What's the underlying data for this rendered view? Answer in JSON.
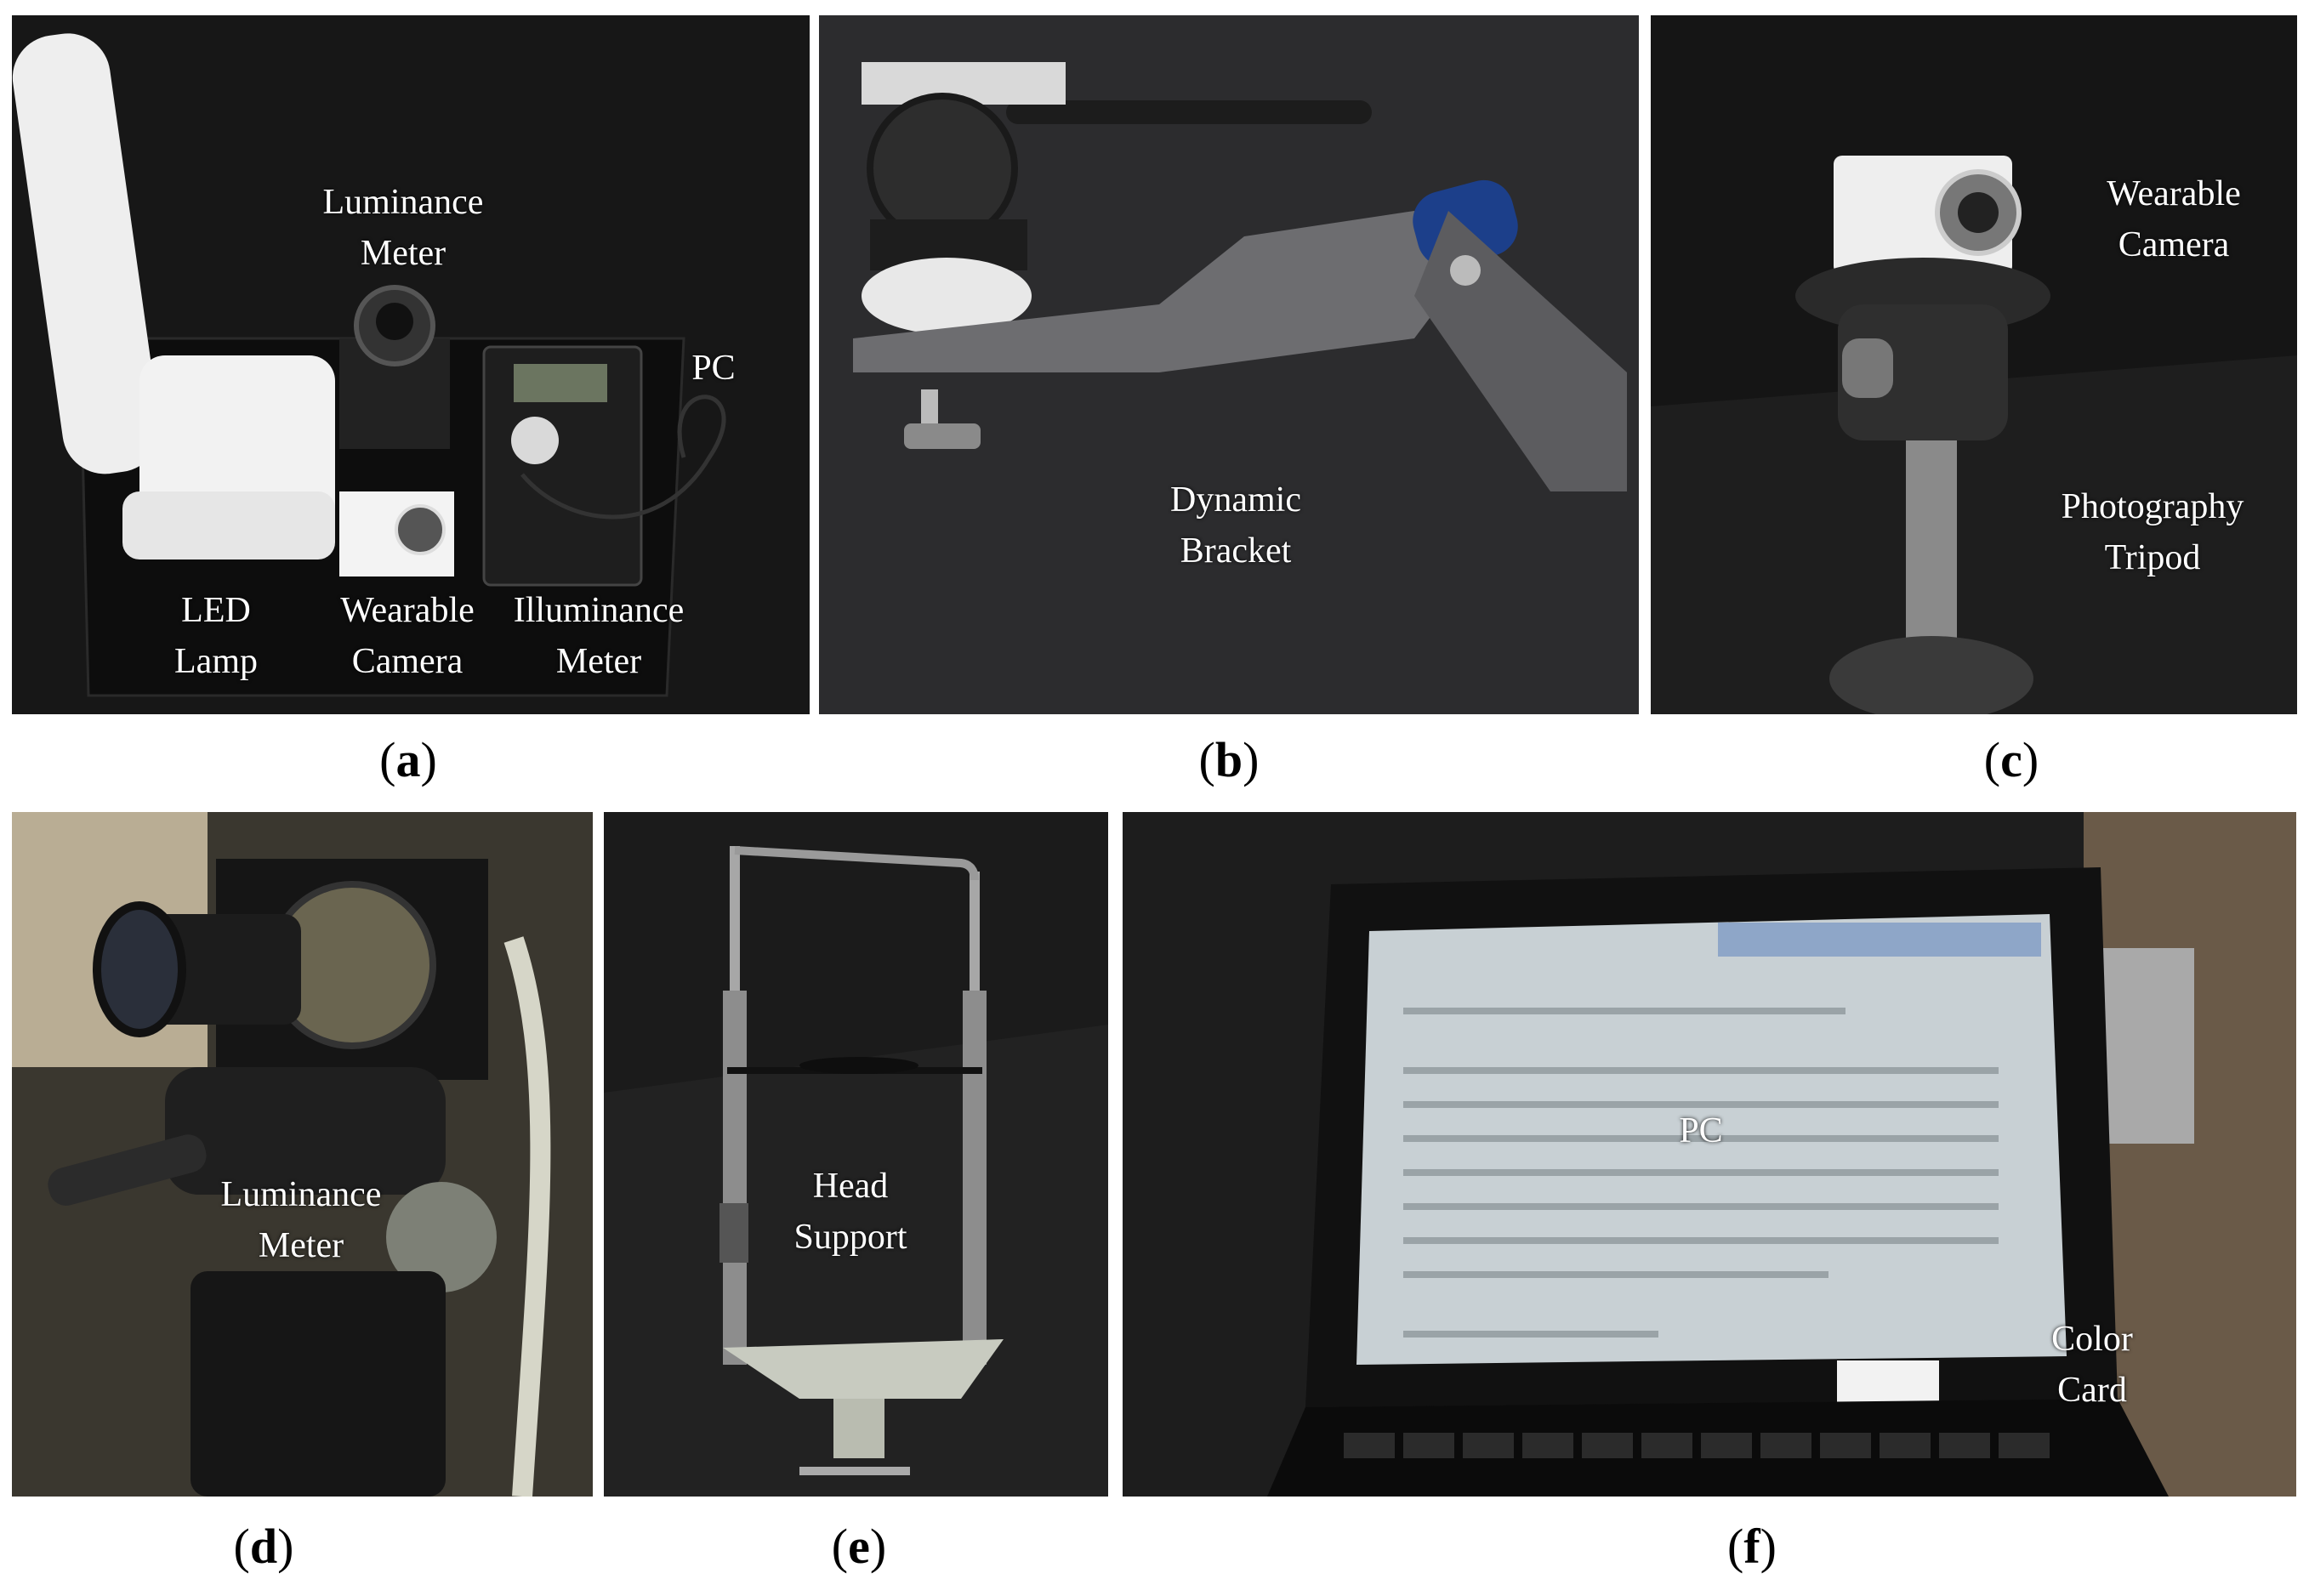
{
  "panels": {
    "a": {
      "caption": "a",
      "labels": {
        "luminance_meter": "Luminance\nMeter",
        "pc": "PC",
        "led_lamp": "LED\nLamp",
        "wearable_camera": "Wearable\nCamera",
        "illuminance_meter": "Illuminance\nMeter"
      }
    },
    "b": {
      "caption": "b",
      "labels": {
        "dynamic_bracket": "Dynamic\nBracket"
      }
    },
    "c": {
      "caption": "c",
      "labels": {
        "wearable_camera": "Wearable\nCamera",
        "photography_tripod": "Photography\nTripod"
      }
    },
    "d": {
      "caption": "d",
      "labels": {
        "luminance_meter": "Luminance\nMeter"
      }
    },
    "e": {
      "caption": "e",
      "labels": {
        "head_support": "Head\nSupport"
      }
    },
    "f": {
      "caption": "f",
      "labels": {
        "pc": "PC",
        "color_card": "Color\nCard"
      }
    }
  }
}
